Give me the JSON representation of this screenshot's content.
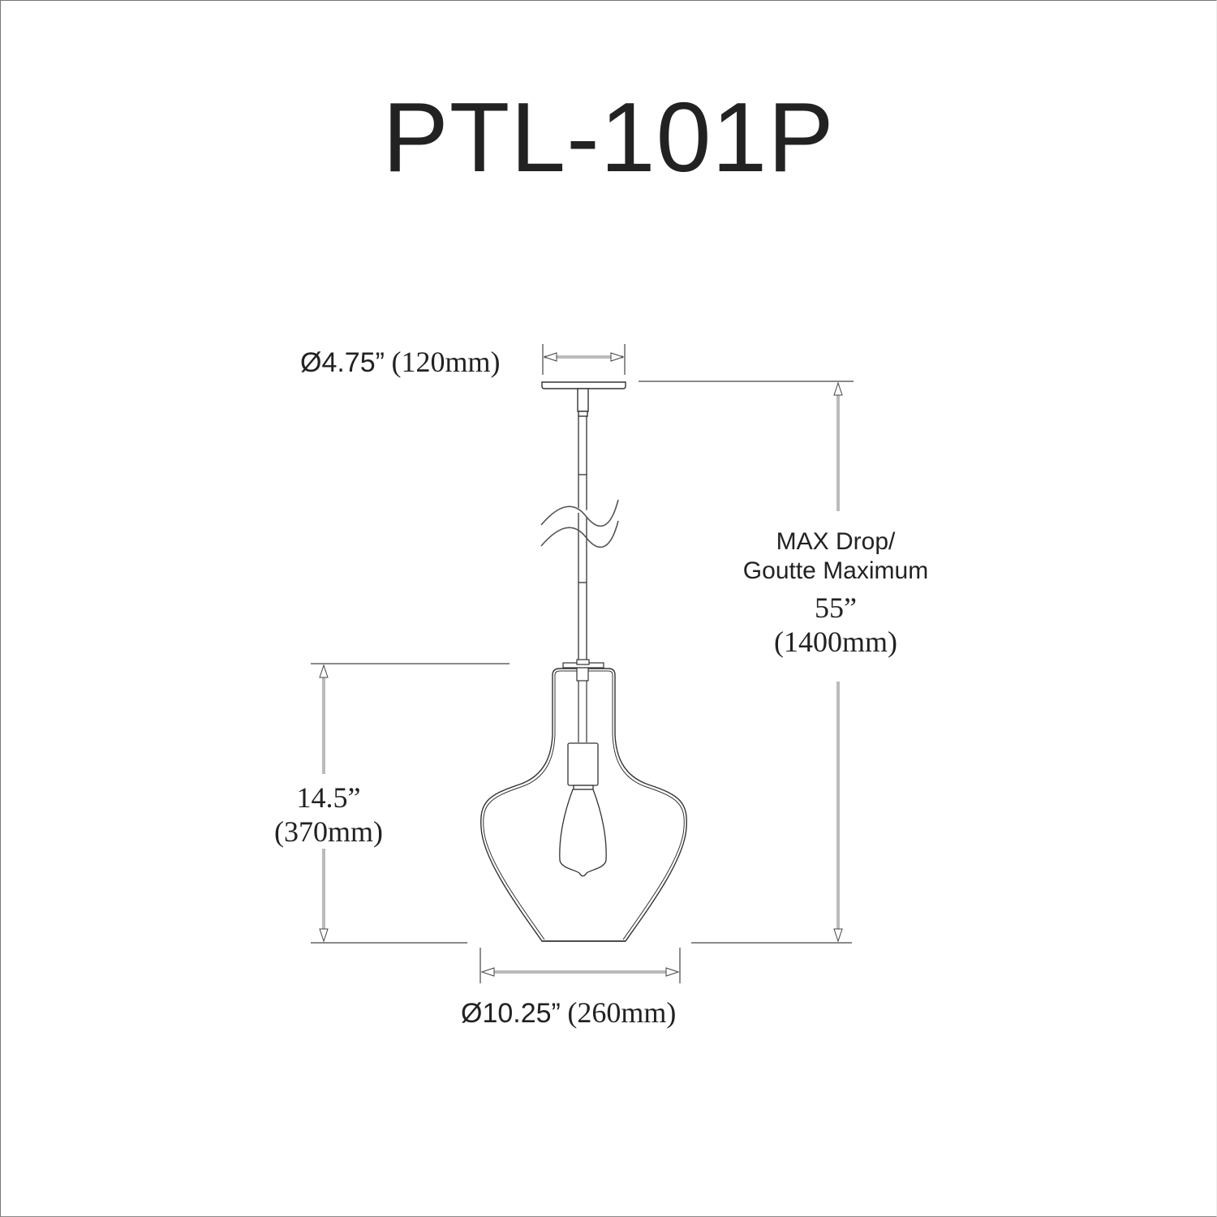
{
  "title": "PTL-101P",
  "drawing": {
    "type": "pendant-light-dimension-drawing",
    "line_color": "#333333",
    "text_color": "#222222",
    "background": "#ffffff"
  },
  "dimensions": {
    "canopy_diameter": {
      "imperial": "Ø4.75”",
      "metric": "(120mm)"
    },
    "max_drop": {
      "label_en": "MAX Drop/",
      "label_fr": "Goutte Maximum",
      "imperial": "55”",
      "metric": "(1400mm)"
    },
    "shade_height": {
      "imperial": "14.5”",
      "metric": "(370mm)"
    },
    "shade_diameter": {
      "imperial": "Ø10.25”",
      "metric": "(260mm)"
    }
  }
}
